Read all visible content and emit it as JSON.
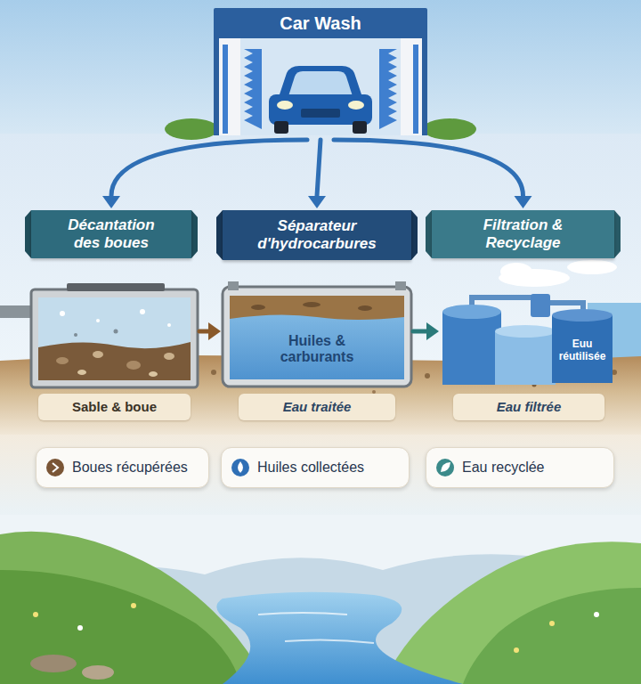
{
  "diagram": {
    "nodes": [
      {
        "text": [
          "Car Wash"
        ]
      },
      {
        "text": [
          "Décantation des boues"
        ]
      },
      {
        "text": [
          "Séparateur d'hydrocarbures"
        ]
      },
      {
        "text": [
          "Filtration & Recyclage"
        ]
      },
      {
        "text": [
          "Sable & boue"
        ]
      },
      {
        "text": [
          "Huiles & carburants",
          "Eau traitée"
        ]
      },
      {
        "text": [
          "Euu réutilisée",
          "Eau filtrée"
        ]
      },
      {
        "text": [
          "Boues récupérées"
        ]
      },
      {
        "text": [
          "Huiles collectées"
        ]
      },
      {
        "text": [
          "Eau recyclée"
        ]
      }
    ],
    "edges": [
      {
        "from": 0,
        "to": 1,
        "arrow": "to"
      },
      {
        "from": 0,
        "to": 2,
        "arrow": "to"
      },
      {
        "from": 0,
        "to": 3,
        "arrow": "to"
      },
      {
        "from": 4,
        "to": 5,
        "arrow": "to"
      },
      {
        "from": 5,
        "to": 6,
        "arrow": "to"
      }
    ]
  }
}
